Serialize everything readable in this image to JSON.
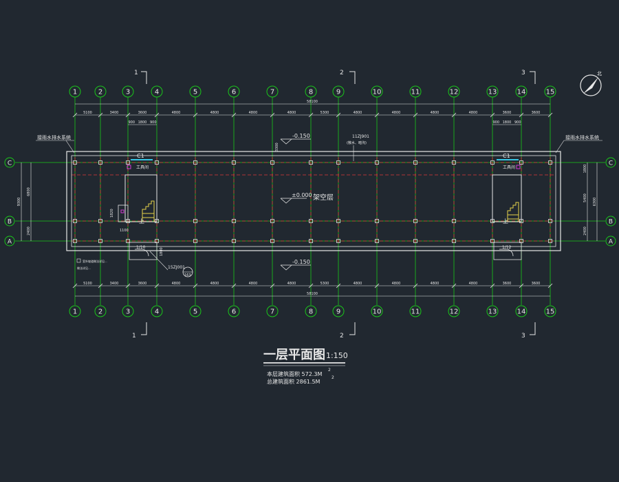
{
  "colors": {
    "background": "#212830",
    "axis": "#19c819",
    "wall": "#e8e8e8",
    "column_grid": "#e03a3a",
    "dimension": "#e8e8e8",
    "stairs": "#e6d34a",
    "marker": "#d43bd4",
    "window": "#39c7e6"
  },
  "grid_numbers": [
    "1",
    "2",
    "3",
    "4",
    "5",
    "6",
    "7",
    "8",
    "9",
    "10",
    "11",
    "12",
    "13",
    "14",
    "15"
  ],
  "grid_letters": {
    "c": "C",
    "b": "B",
    "a": "A"
  },
  "dims_top": [
    "5100",
    "3400",
    "3600",
    "4800",
    "4800",
    "4800",
    "4800",
    "5300",
    "4800",
    "4800",
    "4800",
    "4800",
    "3600",
    "3600"
  ],
  "dims_bottom": [
    "5100",
    "3400",
    "3600",
    "4800",
    "4800",
    "4800",
    "4800",
    "5300",
    "4800",
    "4800",
    "4800",
    "4800",
    "3600",
    "3600"
  ],
  "total_length": "58100",
  "stair_top_dims": [
    "900",
    "1800",
    "900"
  ],
  "side_dims_left": [
    "9300",
    "6800",
    "2400"
  ],
  "side_dims_right": [
    "1800",
    "6300",
    "5400",
    "2400"
  ],
  "section_marks": [
    "1",
    "2",
    "3"
  ],
  "level_top": "-0.150",
  "level_bottom": "-0.150",
  "level_center": "±0.000",
  "center_label": "架空层",
  "drain_label_left": "接雨水排水系统",
  "drain_label_right": "接雨水排水系统",
  "window_left": "C1",
  "window_right": "C1",
  "room_left": "工具间",
  "room_right": "工具间",
  "stair_up": "上",
  "door_left": "1/10",
  "door_right": "1/12",
  "ref_main": "11ZJ901",
  "ref_main_note": "(散水、暗沟)",
  "ref_bottom": "15ZJ001",
  "ref_bottom_num": "163",
  "left_note_line1": "室外坡道做法详见...",
  "left_note_line2": "做法详见...",
  "wall_dim_labels": [
    "3300",
    "1800",
    "1820",
    "1100"
  ],
  "title": {
    "main": "一层平面图",
    "scale": "1:150",
    "area_line1": "本层建筑面积 572.3M",
    "area_line2": "总建筑面积   2861.5M",
    "sup": "2"
  },
  "compass_label": "北"
}
